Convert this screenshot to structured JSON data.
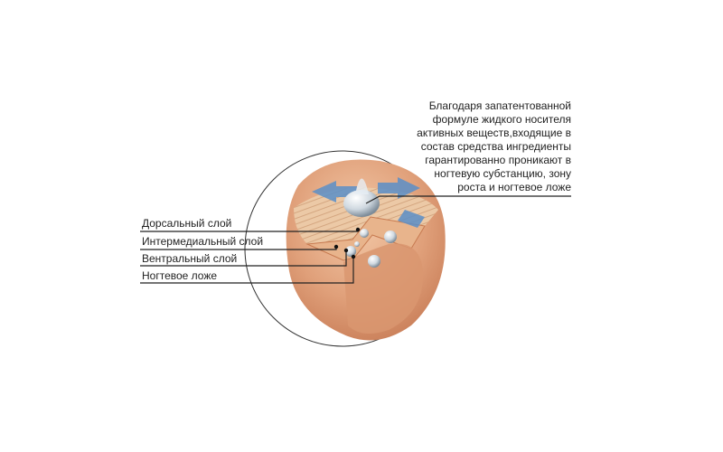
{
  "description": {
    "lines": [
      "Благодаря запатентованной",
      "формуле жидкого носителя",
      "активных веществ,входящие в",
      "состав средства ингредиенты",
      "гарантированно проникают в",
      "ногтевую субстанцию, зону",
      "роста и ногтевое ложе"
    ]
  },
  "layers": [
    {
      "label": "Дорсальный слой"
    },
    {
      "label": "Интермедиальный слой"
    },
    {
      "label": "Вентральный слой"
    },
    {
      "label": "Ногтевое ложе"
    }
  ],
  "colors": {
    "skin": "#e2a27c",
    "nail": "#ecc9a6",
    "arrows": "#5b8fc8",
    "line": "#222222"
  }
}
